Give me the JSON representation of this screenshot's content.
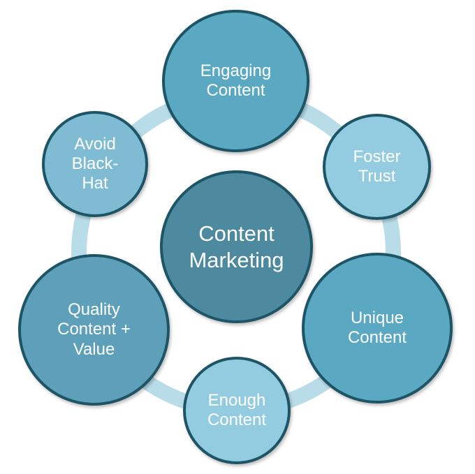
{
  "diagram": {
    "center": {
      "label": "Content\nMarketing",
      "color": "#4d8aa0"
    },
    "nodes": {
      "engaging": {
        "label": "Engaging\nContent",
        "color": "#5ba8c3"
      },
      "foster": {
        "label": "Foster\nTrust",
        "color": "#93cbe0"
      },
      "unique": {
        "label": "Unique\nContent",
        "color": "#5ba8c3"
      },
      "enough": {
        "label": "Enough\nContent",
        "color": "#93cbe0"
      },
      "quality": {
        "label": "Quality\nContent +\nValue",
        "color": "#5e9fb9"
      },
      "avoid": {
        "label": "Avoid\nBlack-\nHat",
        "color": "#7fbcd4"
      }
    },
    "ring_color": "#b9dce9",
    "border_color": "#1d5566"
  }
}
